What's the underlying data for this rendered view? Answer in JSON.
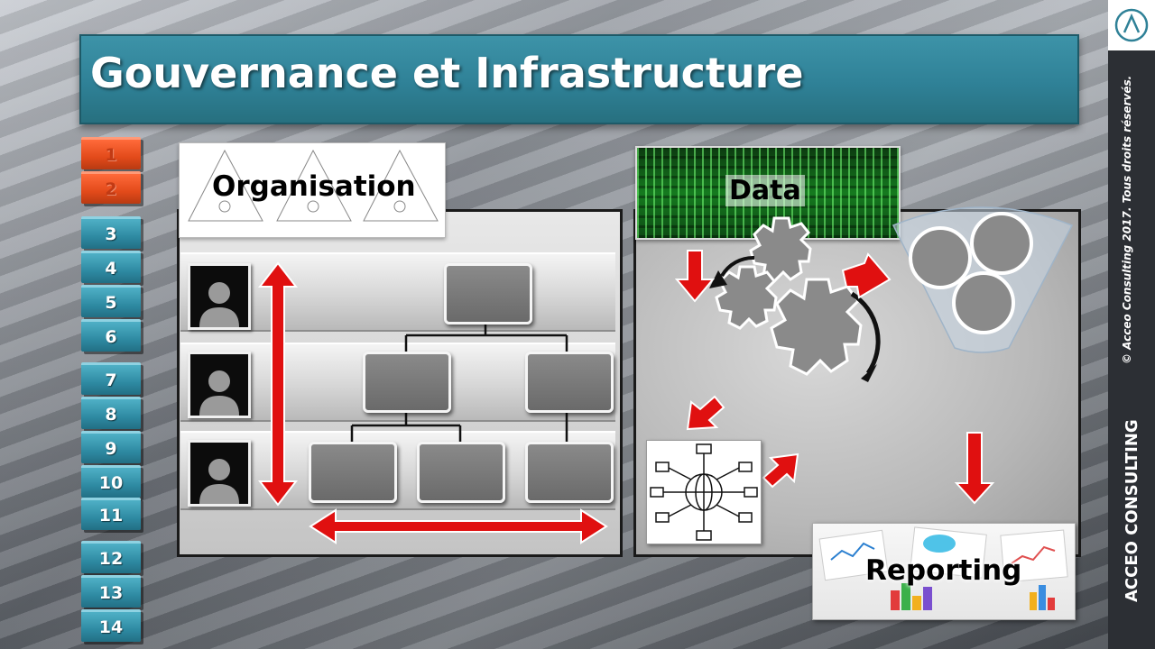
{
  "title": "Gouvernance et Infrastructure",
  "brand": "ACCEO CONSULTING",
  "copyright": "© Acceo Consulting 2017. Tous droits réservés.",
  "nav": {
    "items": [
      {
        "label": "1",
        "state": "active"
      },
      {
        "label": "2",
        "state": "active"
      },
      {
        "label": "3",
        "state": "default"
      },
      {
        "label": "4",
        "state": "default"
      },
      {
        "label": "5",
        "state": "default"
      },
      {
        "label": "6",
        "state": "default"
      },
      {
        "label": "7",
        "state": "default"
      },
      {
        "label": "8",
        "state": "default"
      },
      {
        "label": "9",
        "state": "default"
      },
      {
        "label": "10",
        "state": "default"
      },
      {
        "label": "11",
        "state": "default"
      },
      {
        "label": "12",
        "state": "default"
      },
      {
        "label": "13",
        "state": "default"
      },
      {
        "label": "14",
        "state": "default"
      }
    ],
    "active_color": "#e24a1a",
    "default_color": "#2e8aa2"
  },
  "organisation": {
    "label": "Organisation"
  },
  "data": {
    "label": "Data"
  },
  "reporting": {
    "label": "Reporting"
  },
  "colors": {
    "banner": "#2f8197",
    "arrow": "#e01010",
    "org_box": "#7a7a7a",
    "band": "#2c2f34"
  }
}
